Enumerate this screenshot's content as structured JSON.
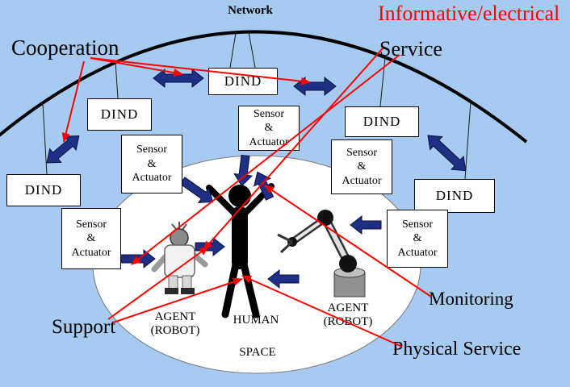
{
  "colors": {
    "background": "#a6caf0",
    "arrow_blue": "#1e2f85",
    "red": "#ff0000",
    "box_fill": "#ffffff"
  },
  "labels": {
    "network": "Network",
    "cooperation": "Cooperation",
    "informative_electrical": "Informative/electrical",
    "service": "Service",
    "monitoring": "Monitoring",
    "support": "Support",
    "physical_service": "Physical Service"
  },
  "node_labels": {
    "dind": "DIND",
    "sensor": "Sensor",
    "amp": "&",
    "actuator": "Actuator"
  },
  "space": {
    "label": "SPACE",
    "human": "HUMAN",
    "agent_left_line1": "AGENT",
    "agent_left_line2": "(ROBOT)",
    "agent_right_line1": "AGENT",
    "agent_right_line2": "(ROBOT)"
  }
}
